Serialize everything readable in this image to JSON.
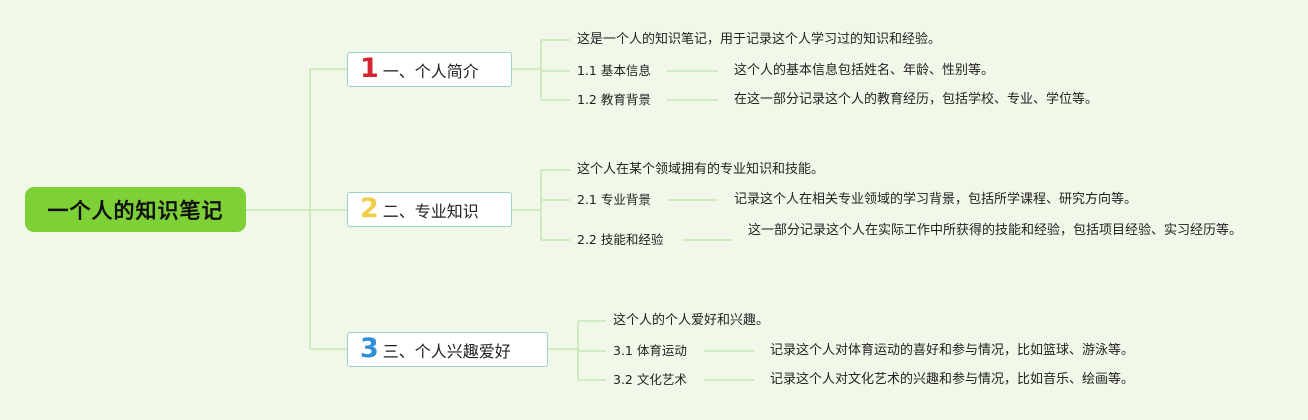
{
  "root": {
    "title": "一个人的知识笔记"
  },
  "branches": [
    {
      "number": "1",
      "number_color": "#d5232f",
      "title": "一、个人简介",
      "summary": "这是一个人的知识笔记，用于记录这个人学习过的知识和经验。",
      "items": [
        {
          "label": "1.1 基本信息",
          "desc": "这个人的基本信息包括姓名、年龄、性别等。"
        },
        {
          "label": "1.2 教育背景",
          "desc": "在这一部分记录这个人的教育经历，包括学校、专业、学位等。"
        }
      ]
    },
    {
      "number": "2",
      "number_color": "#f2cf4a",
      "title": "二、专业知识",
      "summary": "这个人在某个领域拥有的专业知识和技能。",
      "items": [
        {
          "label": "2.1 专业背景",
          "desc": "记录这个人在相关专业领域的学习背景，包括所学课程、研究方向等。"
        },
        {
          "label": "2.2 技能和经验",
          "desc": "这一部分记录这个人在实际工作中所获得的技能和经验，包括项目经验、实习经历等。"
        }
      ]
    },
    {
      "number": "3",
      "number_color": "#2e8fd8",
      "title": "三、个人兴趣爱好",
      "summary": "这个人的个人爱好和兴趣。",
      "items": [
        {
          "label": "3.1 体育运动",
          "desc": "记录这个人对体育运动的喜好和参与情况，比如篮球、游泳等。"
        },
        {
          "label": "3.2 文化艺术",
          "desc": "记录这个人对文化艺术的兴趣和参与情况，比如音乐、绘画等。"
        }
      ]
    }
  ],
  "colors": {
    "background": "#f1f8ea",
    "root": "#7dd136",
    "connector": "#c6e7b2",
    "branch_border": "#9fd2c2"
  }
}
